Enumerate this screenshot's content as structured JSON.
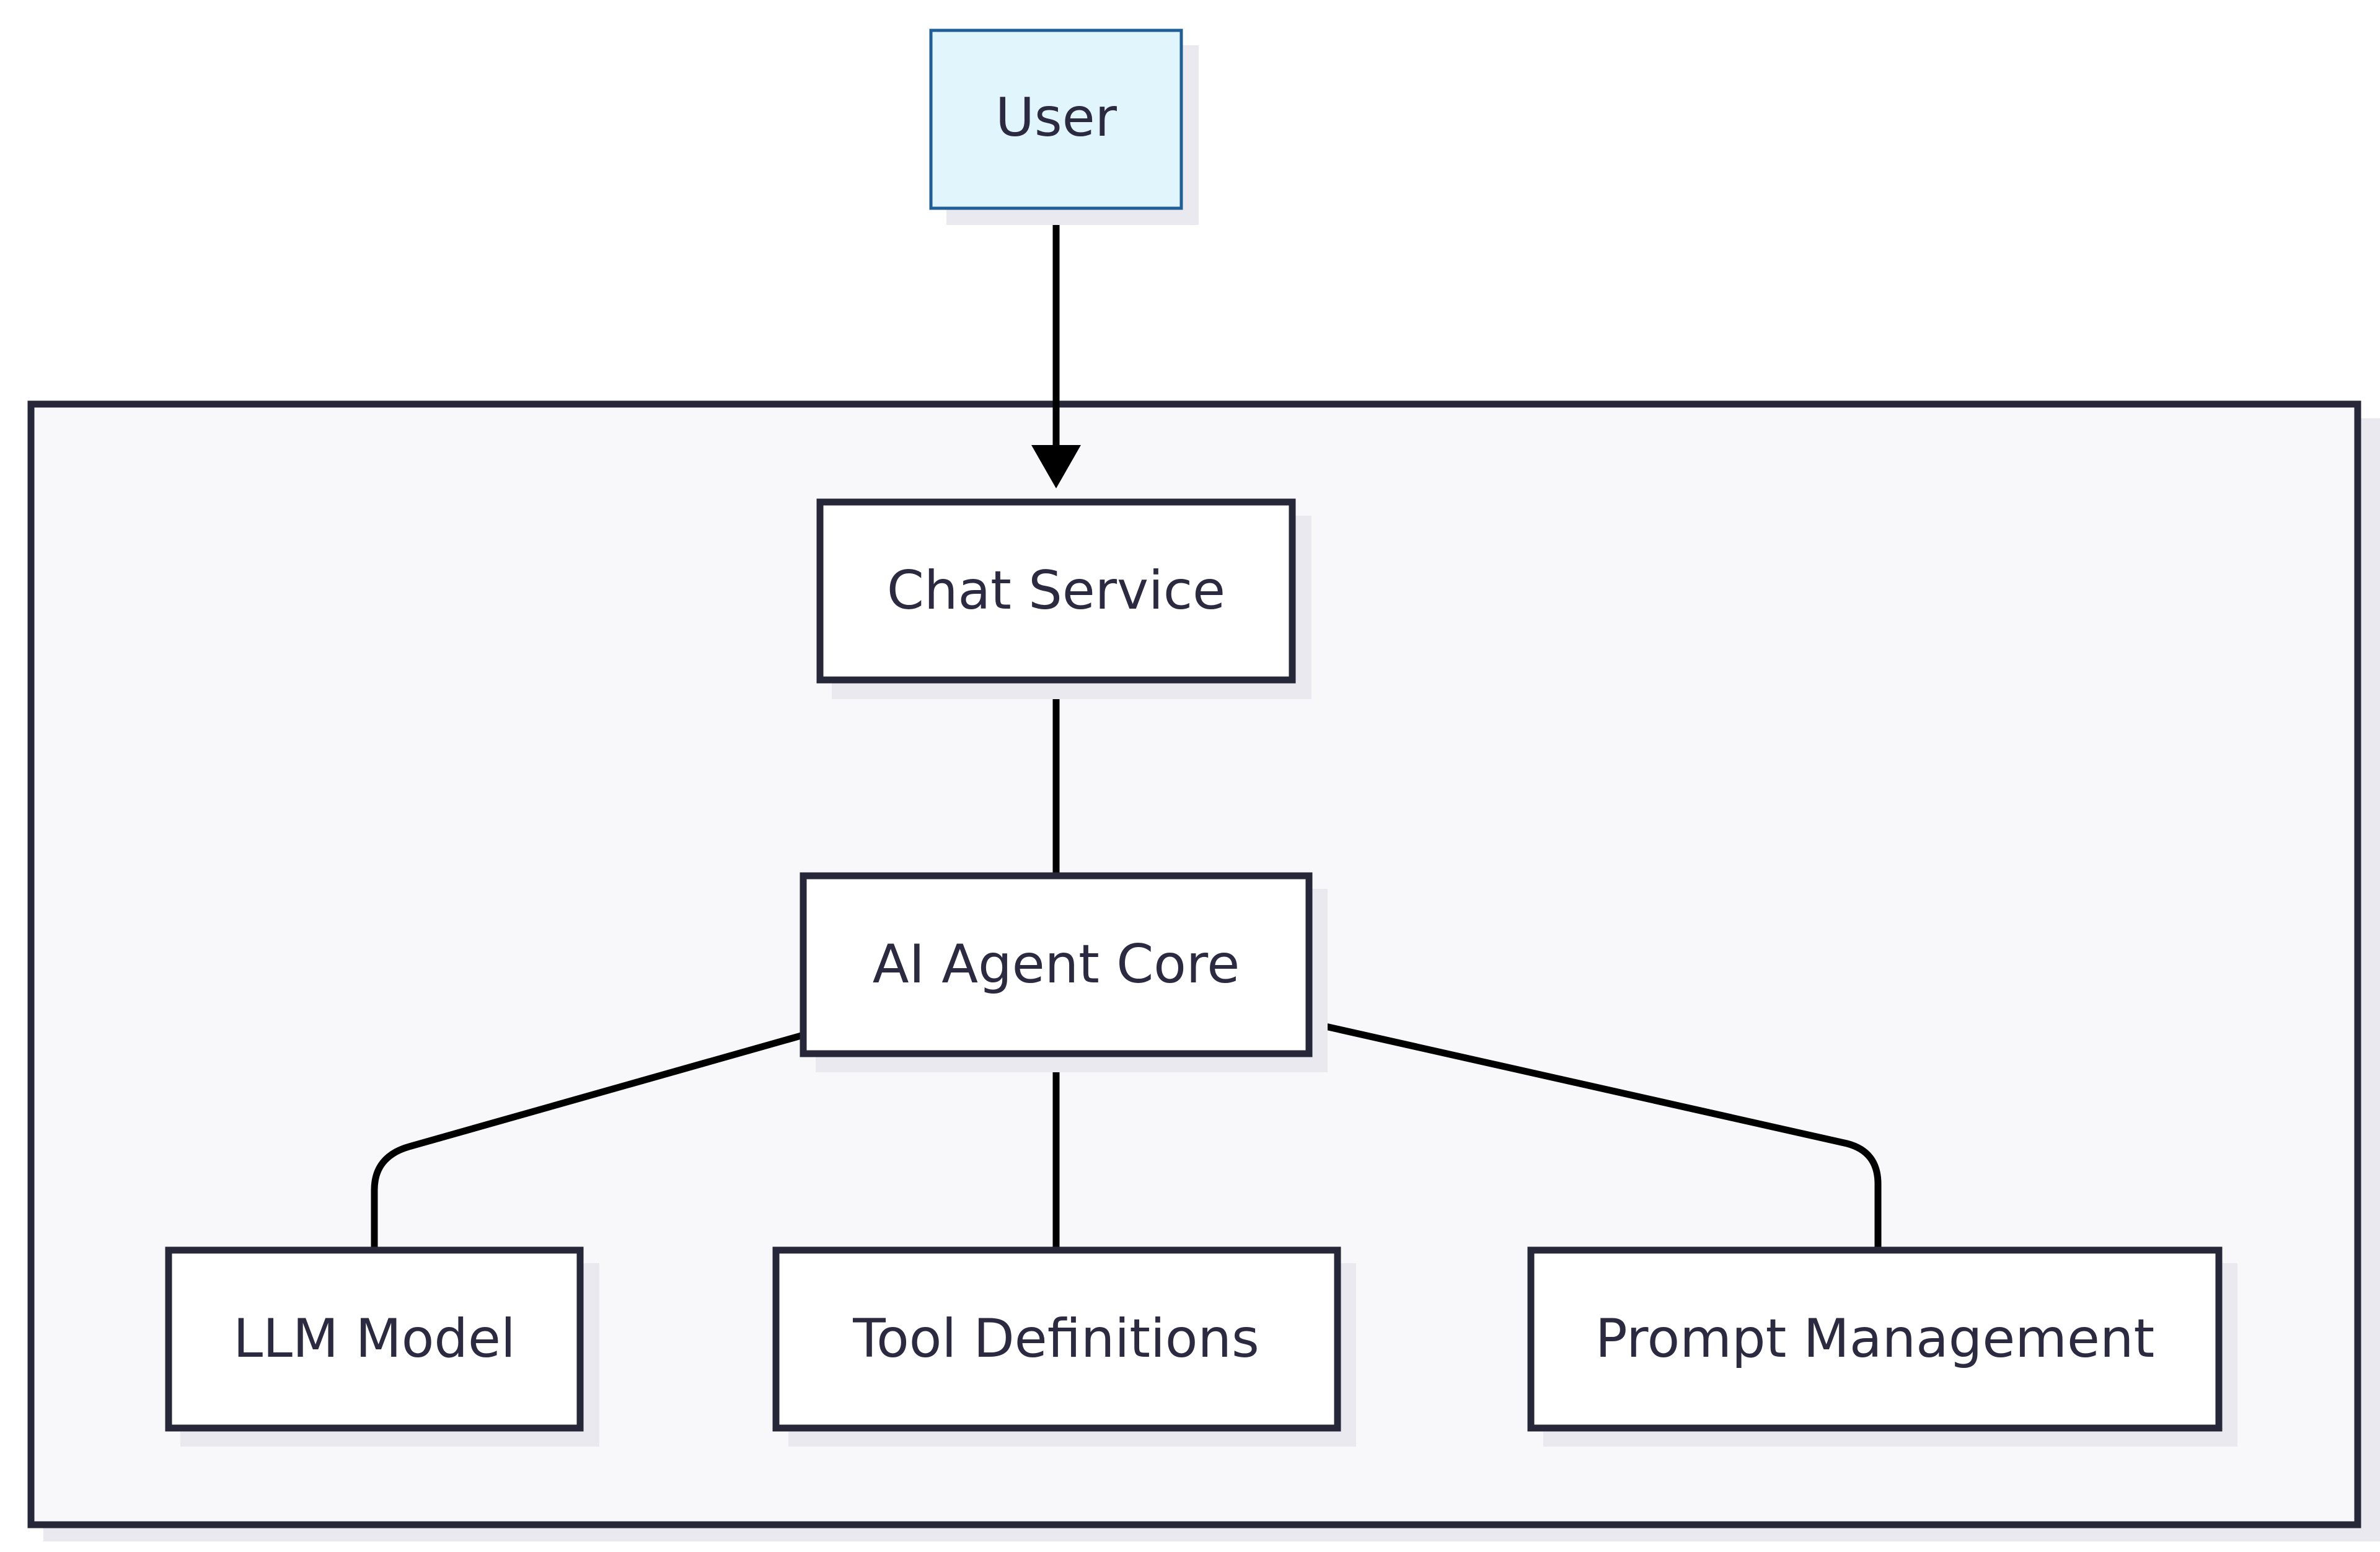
{
  "diagram": {
    "nodes": {
      "user": {
        "label": "User"
      },
      "chat_service": {
        "label": "Chat Service"
      },
      "agent_core": {
        "label": "AI Agent Core"
      },
      "llm_model": {
        "label": "LLM Model"
      },
      "tool_definitions": {
        "label": "Tool Definitions"
      },
      "prompt_management": {
        "label": "Prompt Management"
      }
    },
    "edges": [
      {
        "from": "User",
        "to": "Chat Service",
        "directed": true
      },
      {
        "from": "Chat Service",
        "to": "AI Agent Core",
        "directed": false
      },
      {
        "from": "AI Agent Core",
        "to": "LLM Model",
        "directed": false
      },
      {
        "from": "AI Agent Core",
        "to": "Tool Definitions",
        "directed": false
      },
      {
        "from": "AI Agent Core",
        "to": "Prompt Management",
        "directed": false
      }
    ],
    "colors": {
      "user_fill": "#e1f5fd",
      "user_stroke": "#1f5e96",
      "node_fill": "#ffffff",
      "node_stroke": "#27273a",
      "container_fill": "#f8f8fa",
      "text": "#2b2a40",
      "edge": "#000000"
    }
  }
}
